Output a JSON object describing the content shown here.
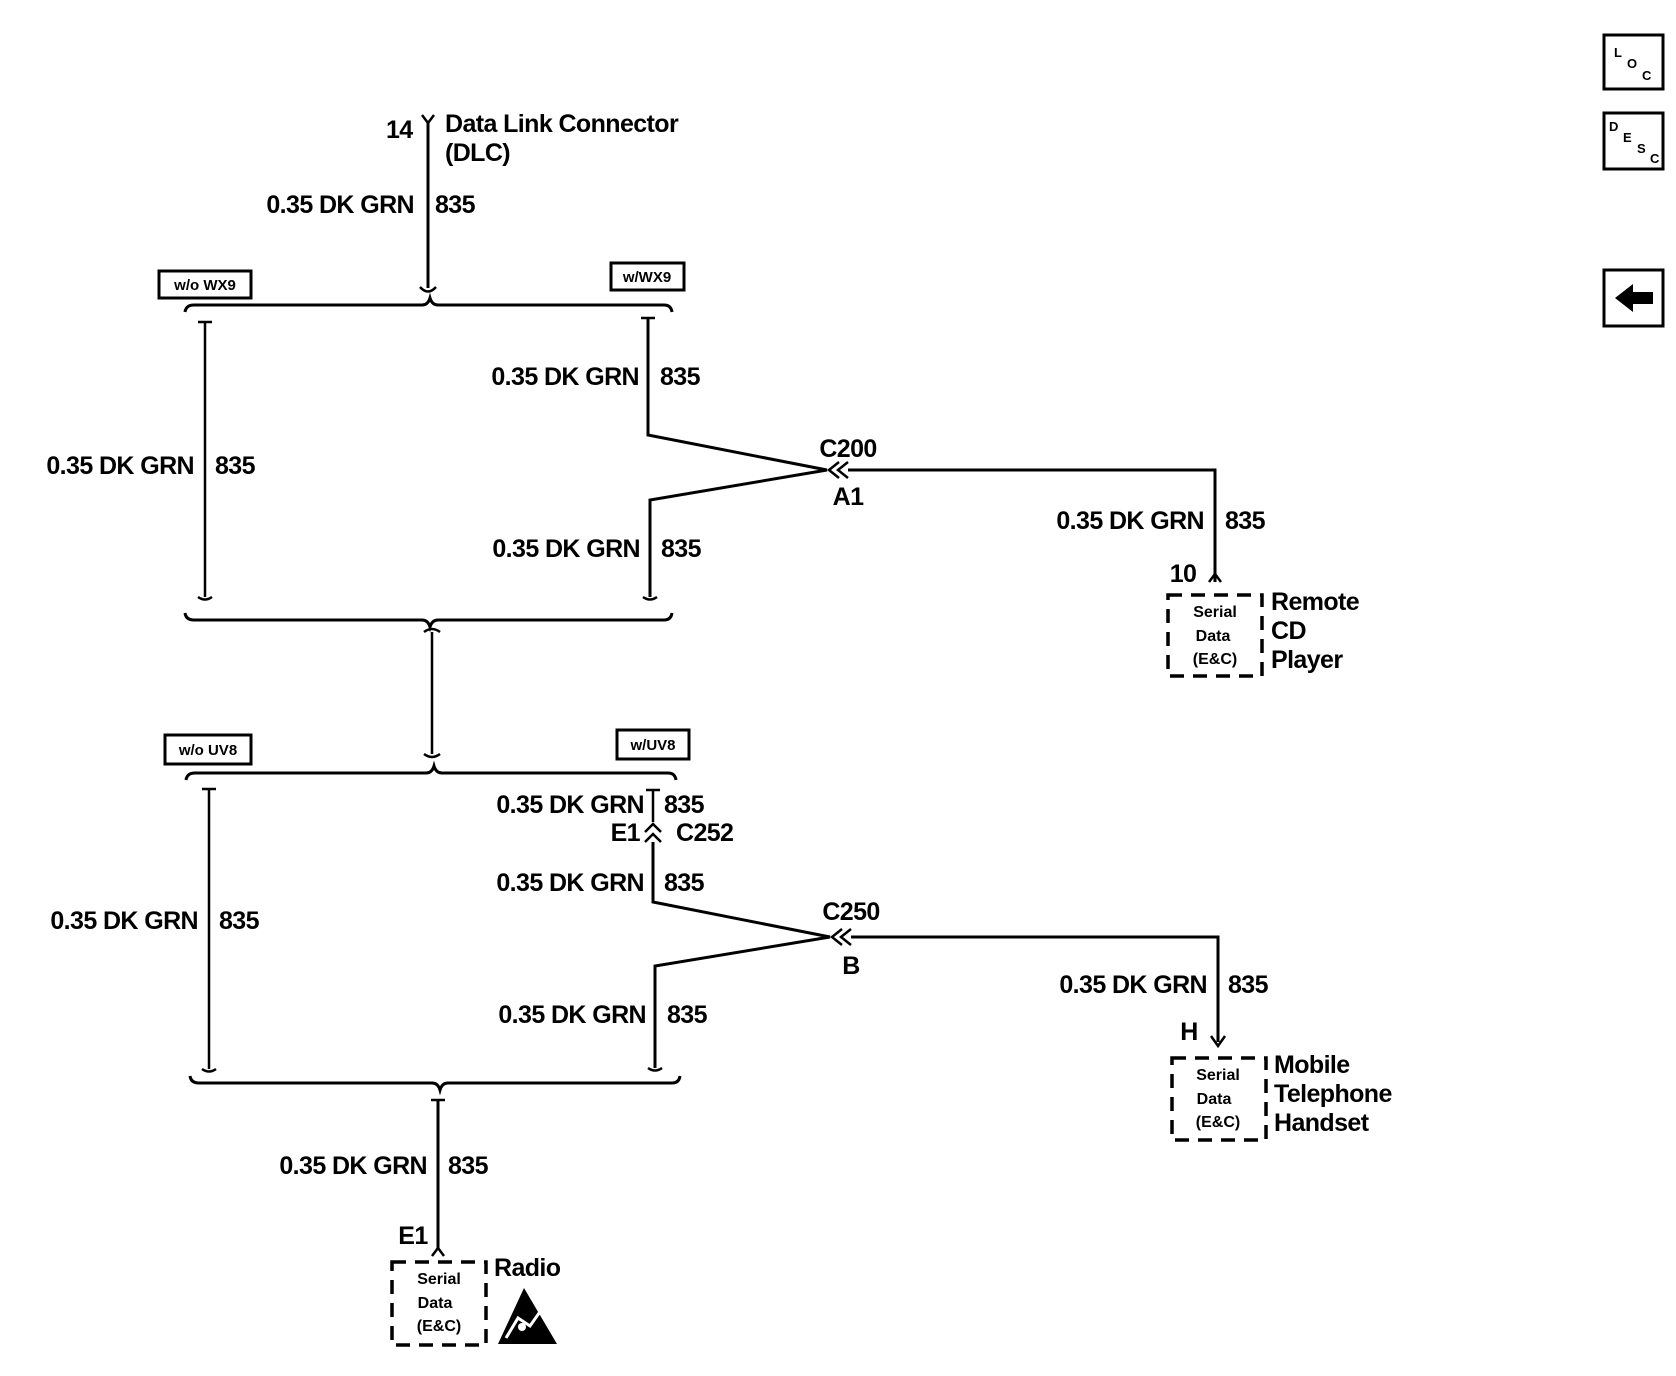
{
  "dlc": {
    "pin": "14",
    "name_line1": "Data Link Connector",
    "name_line2": "(DLC)"
  },
  "wire": {
    "spec": "0.35 DK GRN",
    "circuit": "835"
  },
  "options": {
    "without_wx9": "w/o WX9",
    "with_wx9": "w/WX9",
    "without_uv8": "w/o UV8",
    "with_uv8": "w/UV8"
  },
  "connectors": {
    "c200": {
      "id": "C200",
      "pin": "A1"
    },
    "c250": {
      "id": "C250",
      "pin": "B"
    },
    "c252": {
      "id": "C252",
      "pin": "E1"
    }
  },
  "serial_box": {
    "line1": "Serial",
    "line2": "Data",
    "line3": "(E&C)"
  },
  "components": {
    "cd_player": {
      "pin": "10",
      "line1": "Remote",
      "line2": "CD",
      "line3": "Player"
    },
    "telephone": {
      "pin": "H",
      "line1": "Mobile",
      "line2": "Telephone",
      "line3": "Handset"
    },
    "radio": {
      "pin": "E1",
      "name": "Radio"
    }
  },
  "nav": {
    "loc": {
      "main": "L",
      "sub": "O",
      "sub2": "C"
    },
    "desc": {
      "main": "D",
      "sub": "E",
      "sub2": "S",
      "sub3": "C"
    },
    "back_icon": "left-arrow-icon"
  }
}
